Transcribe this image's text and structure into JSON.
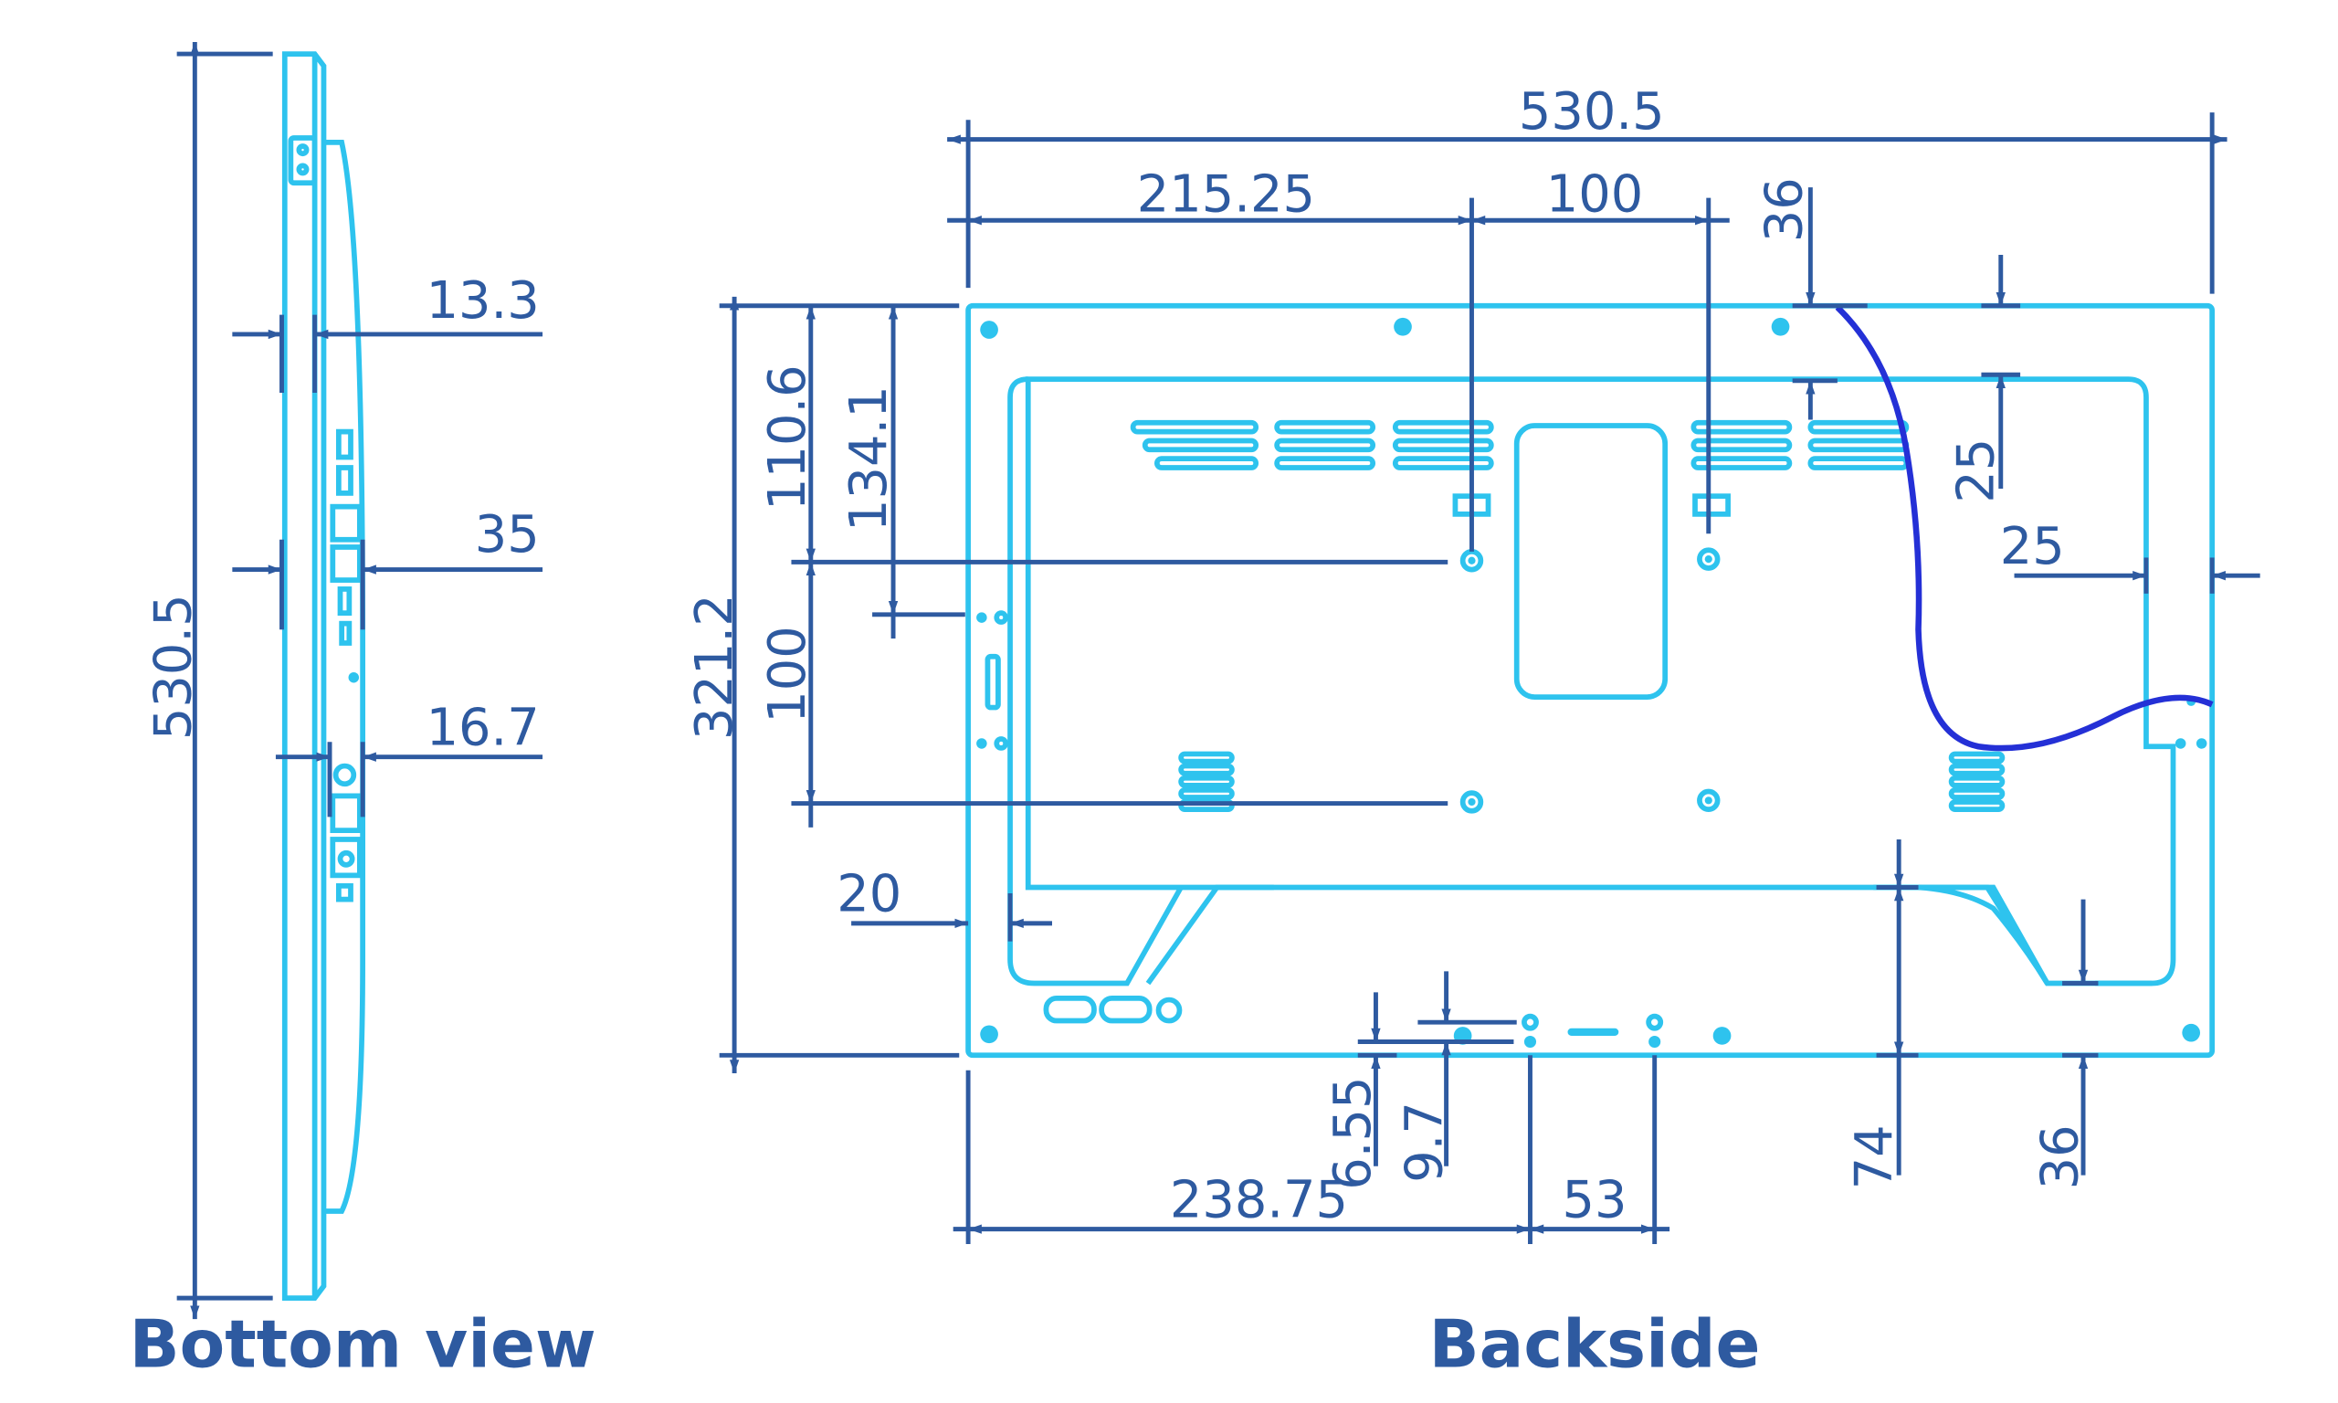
{
  "colors": {
    "dimension": "#2e5aa0",
    "outline": "#2ec3ee",
    "cable": "#2430d6"
  },
  "captions": {
    "bottom_view": "Bottom view",
    "backside": "Backside"
  },
  "bottom_view": {
    "height": "530.5",
    "thickness_top": "13.3",
    "thickness_ports": "35",
    "thickness_lower": "16.7"
  },
  "backside": {
    "width": "530.5",
    "hole_offset_x": "215.25",
    "hole_spacing_x": "100",
    "top_inset_36": "36",
    "top_frame_25": "25",
    "side_frame_25": "25",
    "height": "321.2",
    "hole_offset_y": "110.6",
    "mid_hole_offset_y": "134.1",
    "hole_spacing_y": "100",
    "side_frame_20": "20",
    "bottom_6_55": "6.55",
    "bottom_9_7": "9.7",
    "bottom_74": "74",
    "bottom_36": "36",
    "bottom_offset_x": "238.75",
    "bottom_spacing_x": "53"
  }
}
